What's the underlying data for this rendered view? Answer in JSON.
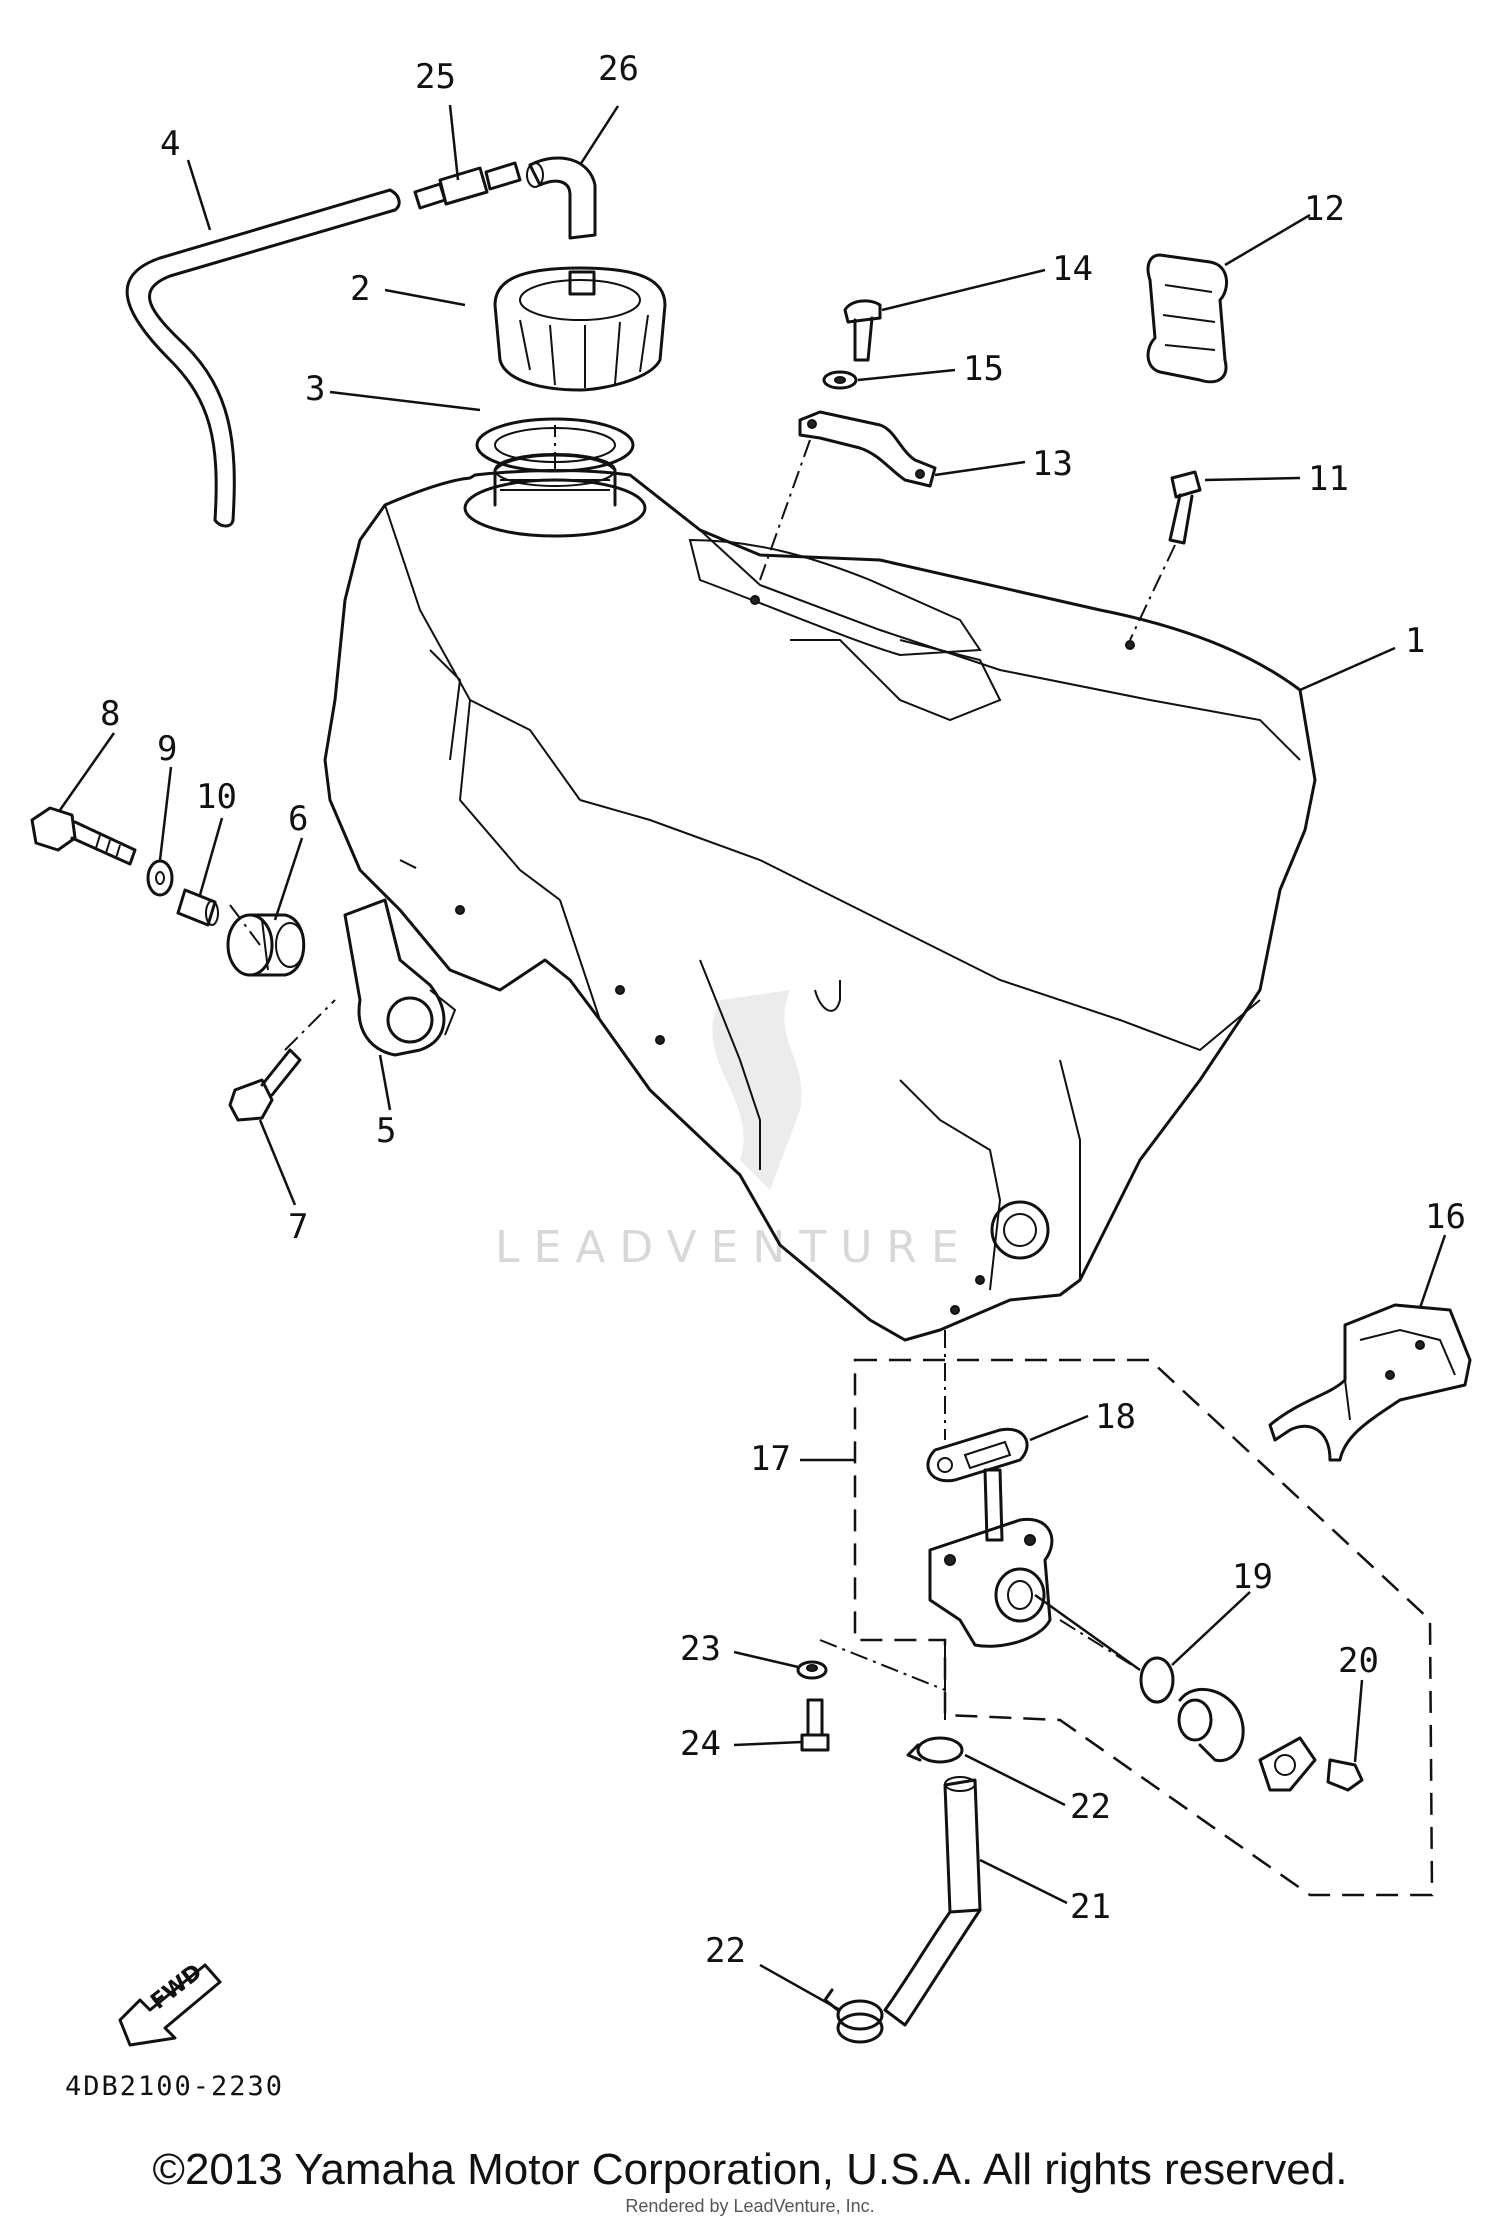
{
  "callouts": {
    "p1": "1",
    "p2": "2",
    "p3": "3",
    "p4": "4",
    "p5": "5",
    "p6": "6",
    "p7": "7",
    "p8": "8",
    "p9": "9",
    "p10": "10",
    "p11": "11",
    "p12": "12",
    "p13": "13",
    "p14": "14",
    "p15": "15",
    "p16": "16",
    "p17": "17",
    "p18": "18",
    "p19": "19",
    "p20": "20",
    "p21": "21",
    "p22a": "22",
    "p22b": "22",
    "p23": "23",
    "p24": "24",
    "p25": "25",
    "p26": "26"
  },
  "fwd_label": "FWD",
  "diagram_code": "4DB2100-2230",
  "watermark": "LEADVENTURE",
  "copyright": "©2013 Yamaha Motor Corporation, U.S.A. All rights reserved.",
  "rendered_by": "Rendered by LeadVenture, Inc."
}
